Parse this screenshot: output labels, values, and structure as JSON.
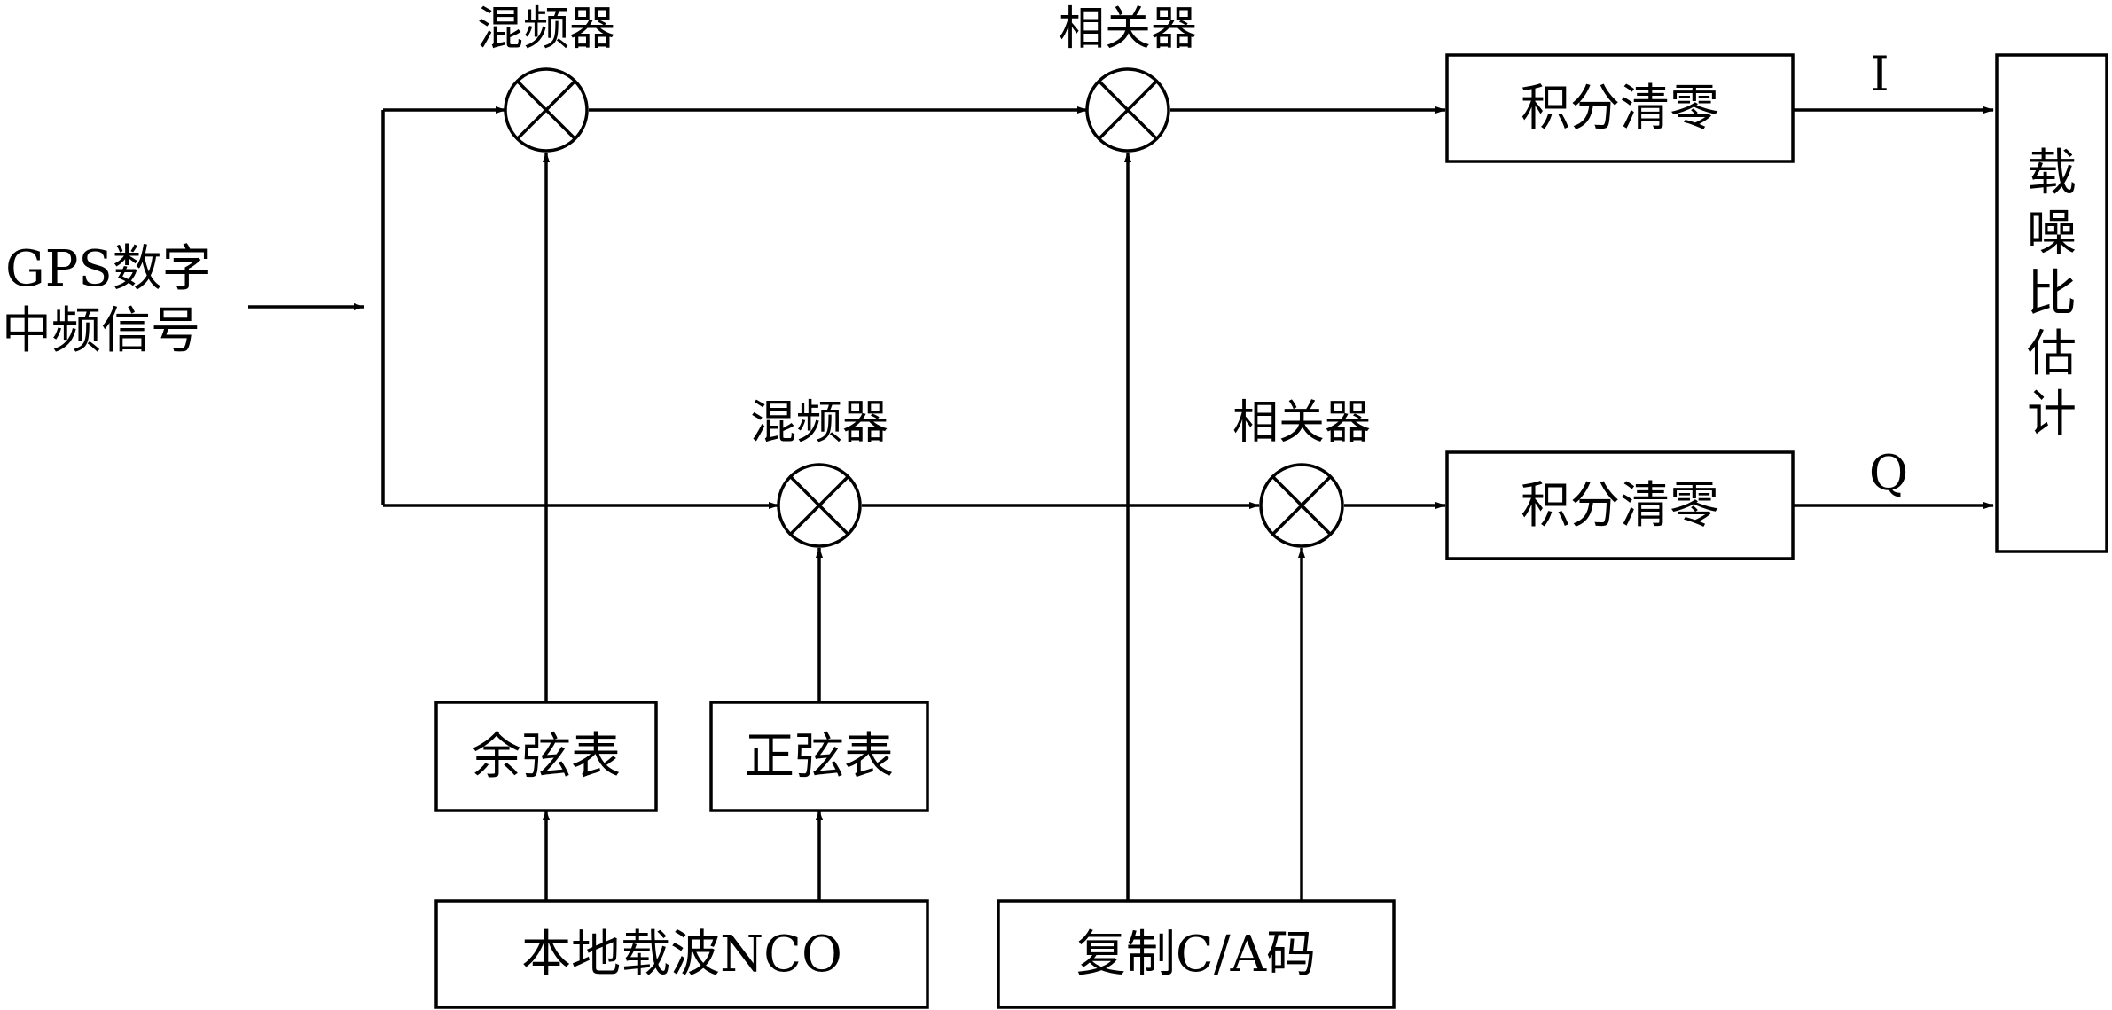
{
  "input": {
    "line1": "GPS数字",
    "line2": "中频信号"
  },
  "mixers": {
    "top_label": "混频器",
    "bottom_label": "混频器"
  },
  "correlators": {
    "top_label": "相关器",
    "bottom_label": "相关器"
  },
  "integrate_dump": {
    "top_label": "积分清零",
    "bottom_label": "积分清零"
  },
  "outputs": {
    "i_label": "I",
    "q_label": "Q"
  },
  "cnr_estimator": {
    "chars": [
      "载",
      "噪",
      "比",
      "估",
      "计"
    ]
  },
  "tables": {
    "cosine": "余弦表",
    "sine": "正弦表"
  },
  "nco": {
    "label": "本地载波NCO"
  },
  "ca_code": {
    "label": "复制C/A码"
  }
}
